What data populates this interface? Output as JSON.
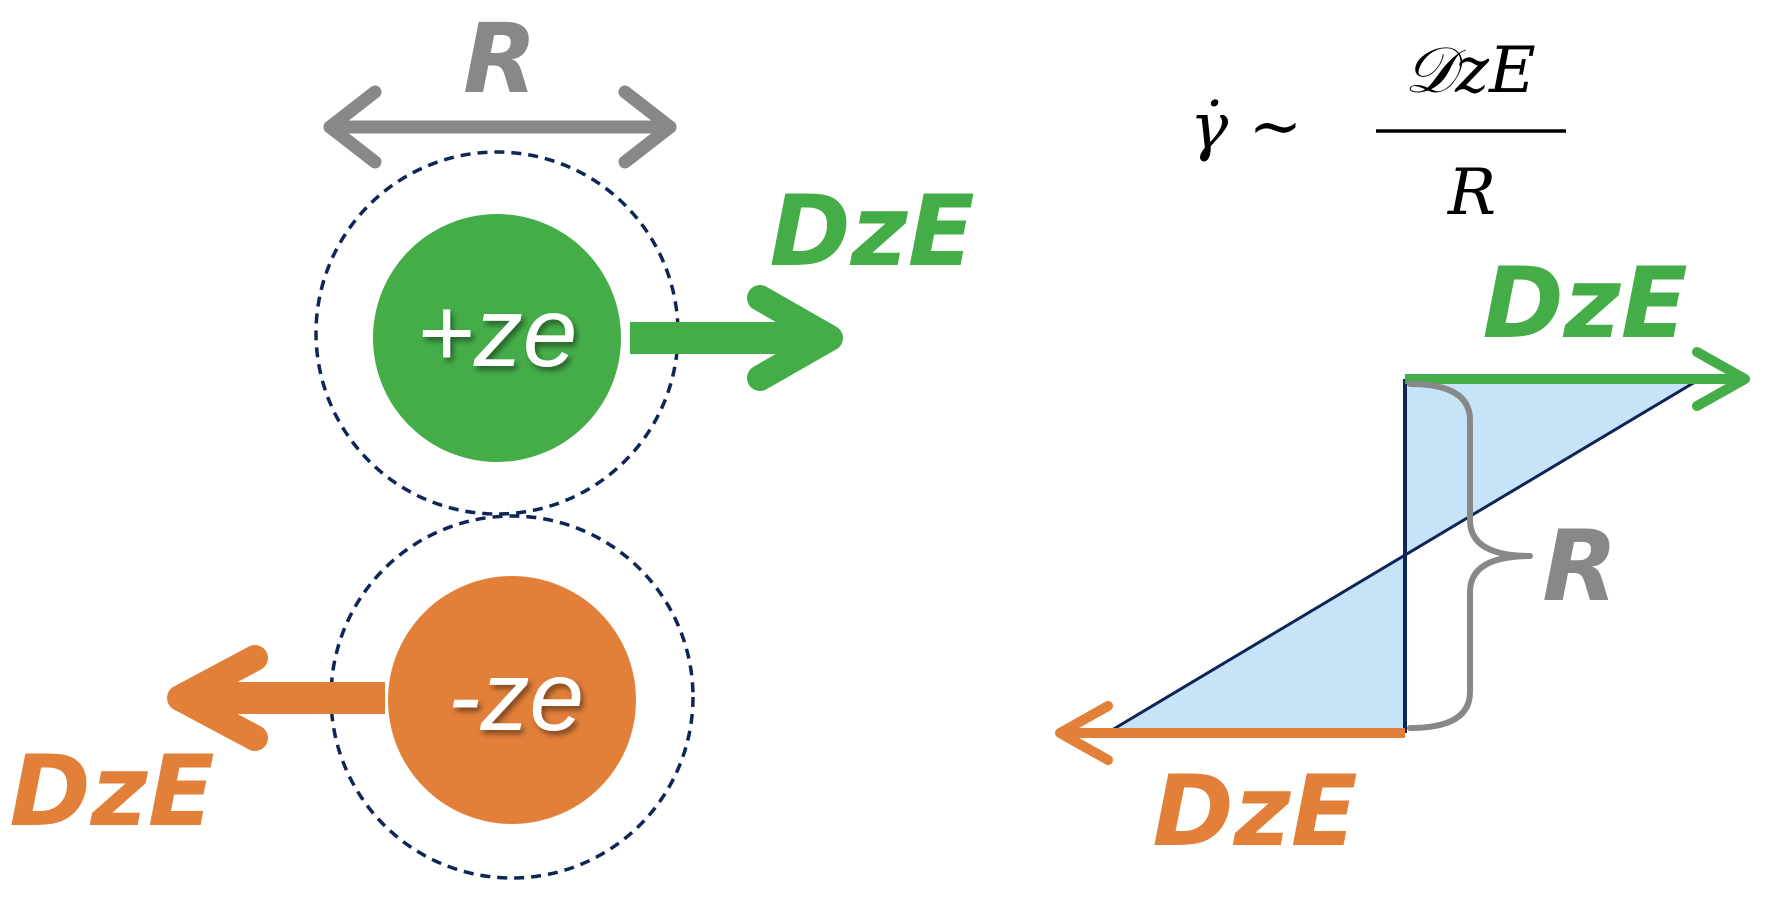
{
  "colors": {
    "positive": "#44ad48",
    "negative": "#e2803a",
    "gray": "#888888",
    "outline": "#0f2557",
    "shear_fill": "#c6e3f7"
  },
  "left": {
    "size_label": "R",
    "positive_charge": "+ze",
    "negative_charge": "-ze",
    "positive_force": "DzE",
    "negative_force": "DzE"
  },
  "right": {
    "formula_lhs": "γ̇ ∼",
    "formula_numerator": "𝒟zE",
    "formula_denominator": "R",
    "top_force": "DzE",
    "bottom_force": "DzE",
    "gap_label": "R"
  }
}
